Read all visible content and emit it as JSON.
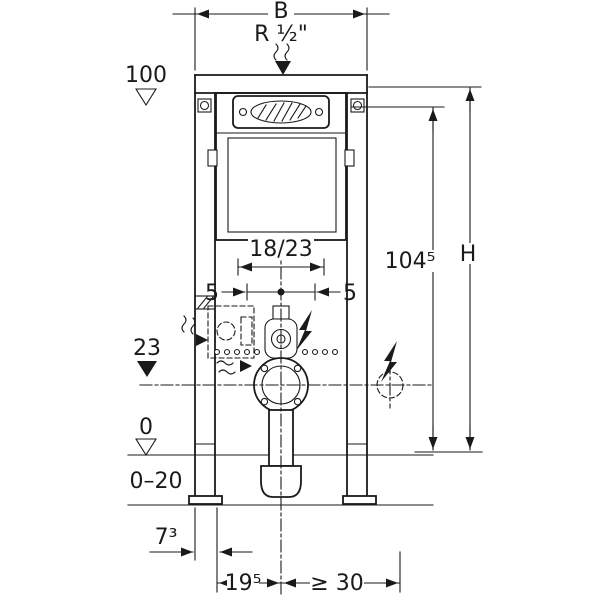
{
  "figure": {
    "type": "technical-installation-drawing",
    "subject": "wall-mounted concealed cistern installation frame, front view with dimensions",
    "colors": {
      "line": "#1a1a1a",
      "background": "#ffffff"
    },
    "labels": {
      "width": "B",
      "inlet_thread": "R ½\"",
      "level_top": "100",
      "plate_range": "18/23",
      "adjust_left": "5",
      "adjust_right": "5",
      "level_outlet": "23",
      "inner_height": "104⁵",
      "overall_height": "H",
      "level_floor": "0",
      "floor_buildup": "0–20",
      "front_offset": "7³",
      "outlet_offset": "19⁵",
      "power_offset": "≥ 30"
    }
  }
}
